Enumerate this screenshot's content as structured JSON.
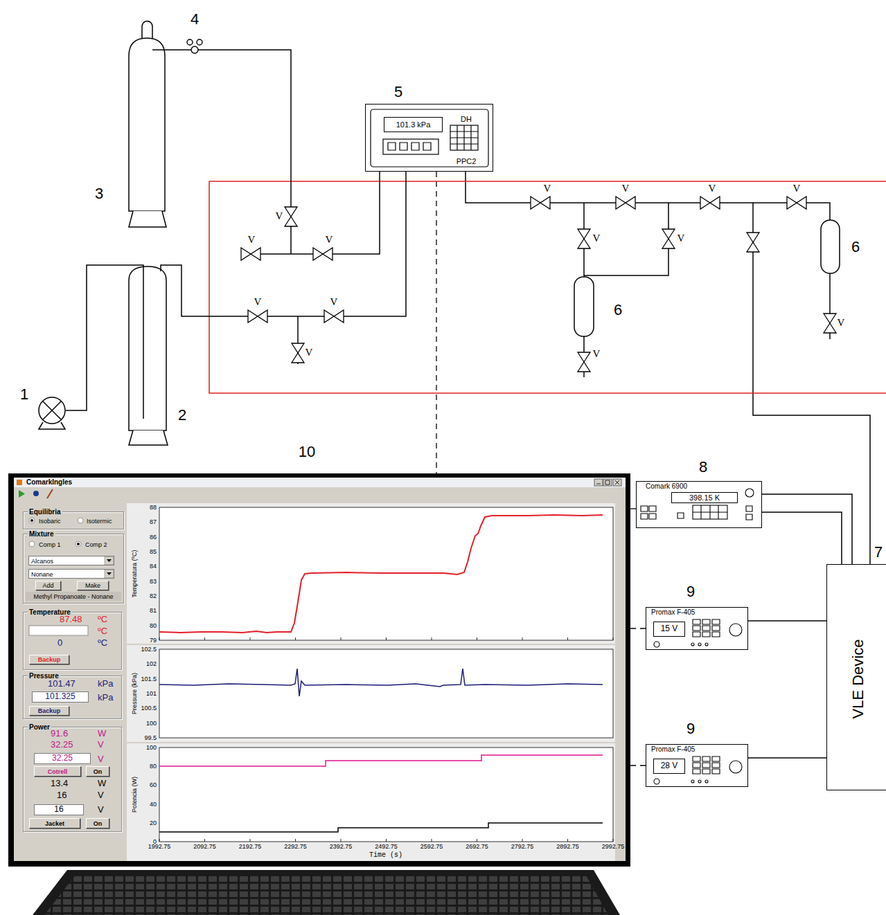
{
  "diagram": {
    "nodes": [
      {
        "text": [
          "101.3 kPa",
          "DH",
          "PPC2"
        ]
      },
      {
        "text": [
          "Comark 6900",
          "398.15 K"
        ]
      },
      {
        "text": [
          "Promax F-405",
          "15 V"
        ]
      },
      {
        "text": [
          "Promax F-405",
          "28 V"
        ]
      },
      {
        "text": [
          "VLE Device"
        ]
      },
      {
        "text": [
          "ComarkIngles"
        ]
      },
      {
        "text": [
          "Equilibria",
          "Isobaric",
          "Isotermic"
        ],
        "in": 5
      },
      {
        "text": [
          "Mixture",
          "Comp 1",
          "Comp 2"
        ],
        "in": 5
      },
      {
        "text": [
          "Alcanos"
        ],
        "in": 7
      },
      {
        "text": [
          "Nonane"
        ],
        "in": 7
      },
      {
        "text": [
          "Add"
        ],
        "in": 7
      },
      {
        "text": [
          "Make"
        ],
        "in": 7
      },
      {
        "text": [
          "Methyl Propanoate - Nonane"
        ],
        "in": 7
      },
      {
        "text": [
          "Temperature",
          "87.48",
          "ºC",
          "ºC",
          "0",
          "ºC"
        ],
        "in": 5
      },
      {
        "text": [
          "Backup"
        ],
        "in": 13
      },
      {
        "text": [
          "Pressure",
          "101.47",
          "kPa",
          "kPa"
        ],
        "in": 5
      },
      {
        "text": [
          "101.325"
        ],
        "in": 15
      },
      {
        "text": [
          "Backup"
        ],
        "in": 15
      },
      {
        "text": [
          "Power",
          "91.6",
          "W",
          "32.25",
          "V",
          "V",
          "13.4",
          "W",
          "16",
          "V",
          "V"
        ],
        "in": 5
      },
      {
        "text": [
          "32.25"
        ],
        "in": 18
      },
      {
        "text": [
          "Cotrell"
        ],
        "in": 18
      },
      {
        "text": [
          "On"
        ],
        "in": 18
      },
      {
        "text": [
          "16"
        ],
        "in": 18
      },
      {
        "text": [
          "Jacket"
        ],
        "in": 18
      },
      {
        "text": [
          "On"
        ],
        "in": 18
      }
    ],
    "edges": [
      {
        "from": 0,
        "to": 4,
        "arrow": "none"
      },
      {
        "from": 1,
        "to": 4,
        "arrow": "none"
      },
      {
        "from": 1,
        "to": 4,
        "arrow": "none"
      },
      {
        "from": 2,
        "to": 4,
        "arrow": "none"
      },
      {
        "from": 3,
        "to": 4,
        "arrow": "none"
      },
      {
        "from": 0,
        "to": 5,
        "arrow": "none"
      },
      {
        "from": 5,
        "to": 1,
        "arrow": "none"
      },
      {
        "from": 5,
        "to": 2,
        "arrow": "none"
      },
      {
        "from": 5,
        "to": 3,
        "arrow": "none"
      }
    ],
    "labels": [
      "1",
      "2",
      "3",
      "4",
      "5",
      "6",
      "6",
      "7",
      "8",
      "9",
      "9",
      "10",
      "V",
      "V",
      "V",
      "V",
      "V",
      "V",
      "V",
      "V",
      "V",
      "V",
      "V",
      "V",
      "V",
      "V",
      "88",
      "87",
      "86",
      "85",
      "84",
      "83",
      "82",
      "81",
      "80",
      "79",
      "Temperatura (ºC)",
      "102.5",
      "102",
      "101.5",
      "101",
      "100.5",
      "100",
      "99.5",
      "Pressure (kPa)",
      "100",
      "80",
      "60",
      "40",
      "20",
      "0",
      "Potencia (W)",
      "1992.75",
      "2092.75",
      "2192.75",
      "2292.75",
      "2392.75",
      "2492.75",
      "2592.75",
      "2692.75",
      "2792.75",
      "2892.75",
      "2992.75",
      "Time (s)"
    ]
  }
}
